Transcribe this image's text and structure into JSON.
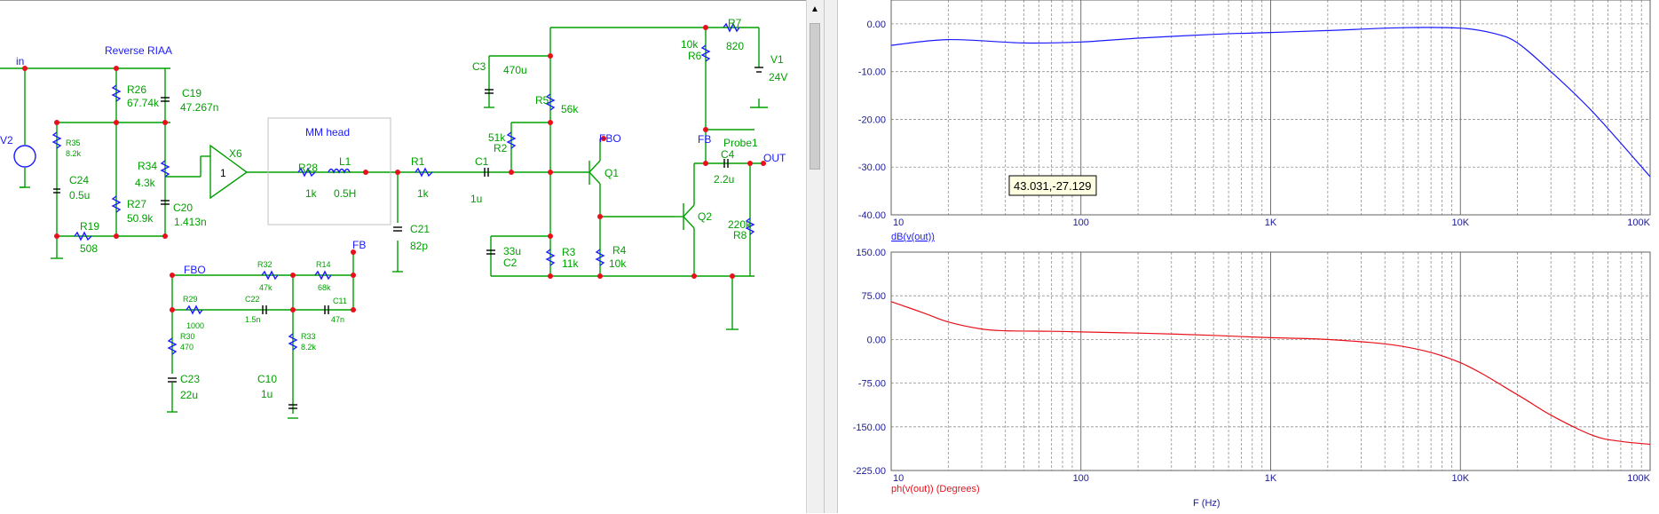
{
  "schematic": {
    "title": "Reverse RIAA",
    "block_label": "MM head",
    "nets": {
      "in": "in",
      "out": "OUT",
      "fbo": "FBO",
      "fb": "FB",
      "fb2": "FB",
      "fbo2": "FBO",
      "probe": "Probe1",
      "v2": "V2"
    },
    "components": {
      "R26": "R26",
      "R26v": "67.74k",
      "C19": "C19",
      "C19v": "47.267n",
      "R35": "R35",
      "R35v": "8.2k",
      "C24": "C24",
      "C24v": "0.5u",
      "R34": "R34",
      "R34v": "4.3k",
      "R27": "R27",
      "R27v": "50.9k",
      "C20": "C20",
      "C20v": "1.413n",
      "R19": "R19",
      "R19v": "508",
      "X6": "X6",
      "X6v": "1",
      "R28": "R28",
      "R28v": "1k",
      "L1": "L1",
      "L1v": "0.5H",
      "R1": "R1",
      "R1v": "1k",
      "C1": "C1",
      "C1v": "1u",
      "C21": "C21",
      "C21v": "82p",
      "C3": "C3",
      "C3v": "470u",
      "R5": "R5",
      "R5v": "56k",
      "R2": "R2",
      "R2v": "51k",
      "Q1": "Q1",
      "Q2": "Q2",
      "R3": "R3",
      "R3v": "11k",
      "R4": "R4",
      "R4v": "10k",
      "C2": "C2",
      "C2v": "33u",
      "R6": "R6",
      "R6v": "10k",
      "R7": "R7",
      "R7v": "820",
      "V1": "V1",
      "V1v": "24V",
      "C4": "C4",
      "C4v": "2.2u",
      "R8": "R8",
      "R8v": "220k",
      "R32": "R32",
      "R32v": "47k",
      "R14": "R14",
      "R14v": "68k",
      "R29": "R29",
      "R29v": "1000",
      "C22": "C22",
      "C22v": "1.5n",
      "C11": "C11",
      "C11v": "47n",
      "R30": "R30",
      "R30v": "470",
      "R33": "R33",
      "R33v": "8.2k",
      "C23": "C23",
      "C23v": "22u",
      "C10": "C10",
      "C10v": "1u"
    }
  },
  "plot": {
    "tooltip": "43.031,-27.129",
    "x_ticks": [
      "10",
      "100",
      "1K",
      "10K",
      "100K"
    ],
    "mag_y_ticks": [
      "0.00",
      "-10.00",
      "-20.00",
      "-30.00",
      "-40.00"
    ],
    "phase_y_ticks": [
      "150.00",
      "75.00",
      "0.00",
      "-75.00",
      "-150.00",
      "-225.00"
    ],
    "mag_label": "dB(v(out))",
    "phase_label": "ph(v(out)) (Degrees)",
    "x_axis_label": "F (Hz)",
    "mag_color": "#1a1aff",
    "phase_color": "#e8101a"
  },
  "chart_data": [
    {
      "type": "line",
      "title": "",
      "xlabel": "",
      "ylabel": "dB(v(out))",
      "x_scale": "log",
      "xlim": [
        10,
        100000
      ],
      "ylim": [
        -40,
        5
      ],
      "grid": true,
      "series": [
        {
          "name": "dB(v(out))",
          "x": [
            10,
            20,
            50,
            100,
            200,
            500,
            1000,
            2000,
            5000,
            10000,
            15000,
            20000,
            30000,
            50000,
            100000
          ],
          "y": [
            -4.5,
            -3.3,
            -4.0,
            -3.8,
            -3.0,
            -2.2,
            -1.8,
            -1.4,
            -0.8,
            -0.9,
            -2.0,
            -4.0,
            -10.0,
            -18.5,
            -32.0
          ]
        }
      ]
    },
    {
      "type": "line",
      "title": "",
      "xlabel": "F (Hz)",
      "ylabel": "ph(v(out)) (Degrees)",
      "x_scale": "log",
      "xlim": [
        10,
        100000
      ],
      "ylim": [
        -225,
        150
      ],
      "grid": true,
      "series": [
        {
          "name": "ph(v(out)) (Degrees)",
          "x": [
            10,
            15,
            20,
            30,
            40,
            70,
            100,
            200,
            500,
            1000,
            2000,
            5000,
            10000,
            20000,
            30000,
            50000,
            70000,
            100000
          ],
          "y": [
            65,
            45,
            30,
            18,
            15,
            14,
            13,
            11,
            7,
            3,
            0,
            -12,
            -40,
            -95,
            -130,
            -165,
            -175,
            -180
          ]
        }
      ]
    }
  ]
}
